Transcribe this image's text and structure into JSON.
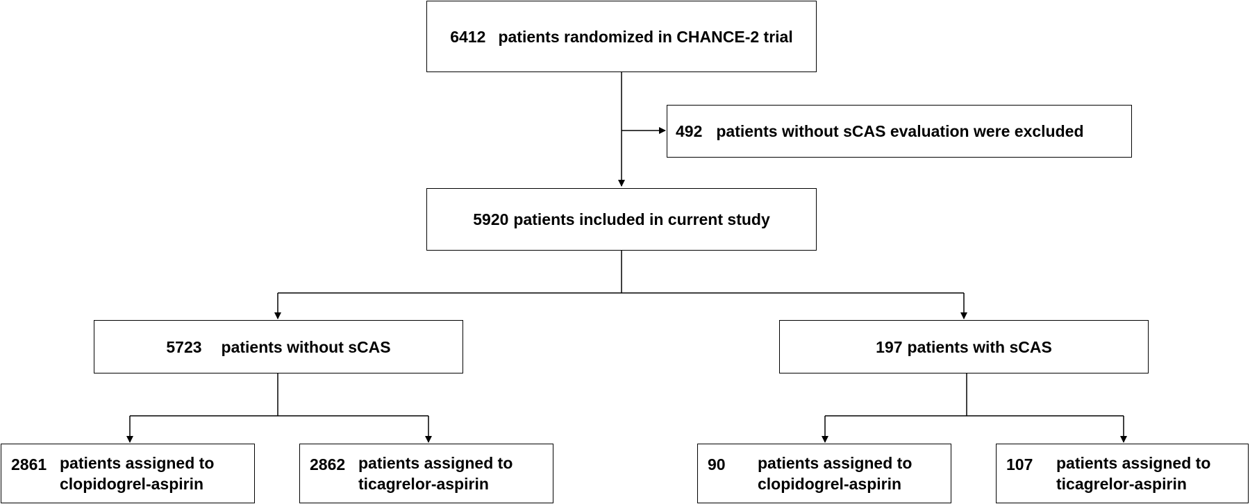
{
  "boxes": {
    "randomized": {
      "number": "6412",
      "text": "patients randomized in CHANCE-2 trial"
    },
    "excluded": {
      "number": "492",
      "text": "patients without sCAS evaluation were excluded"
    },
    "included": {
      "number": "5920",
      "text": "patients included in current study"
    },
    "without_scas": {
      "number": "5723",
      "text": "patients without sCAS"
    },
    "with_scas": {
      "number": "197",
      "text": "patients with sCAS"
    },
    "no_scas_clopidogrel": {
      "number": "2861",
      "line1": "patients assigned to",
      "line2": "clopidogrel-aspirin"
    },
    "no_scas_ticagrelor": {
      "number": "2862",
      "line1": "patients assigned to",
      "line2": "ticagrelor-aspirin"
    },
    "scas_clopidogrel": {
      "number": "90",
      "line1": "patients assigned to",
      "line2": "clopidogrel-aspirin"
    },
    "scas_ticagrelor": {
      "number": "107",
      "line1": "patients assigned to",
      "line2": "ticagrelor-aspirin"
    }
  }
}
